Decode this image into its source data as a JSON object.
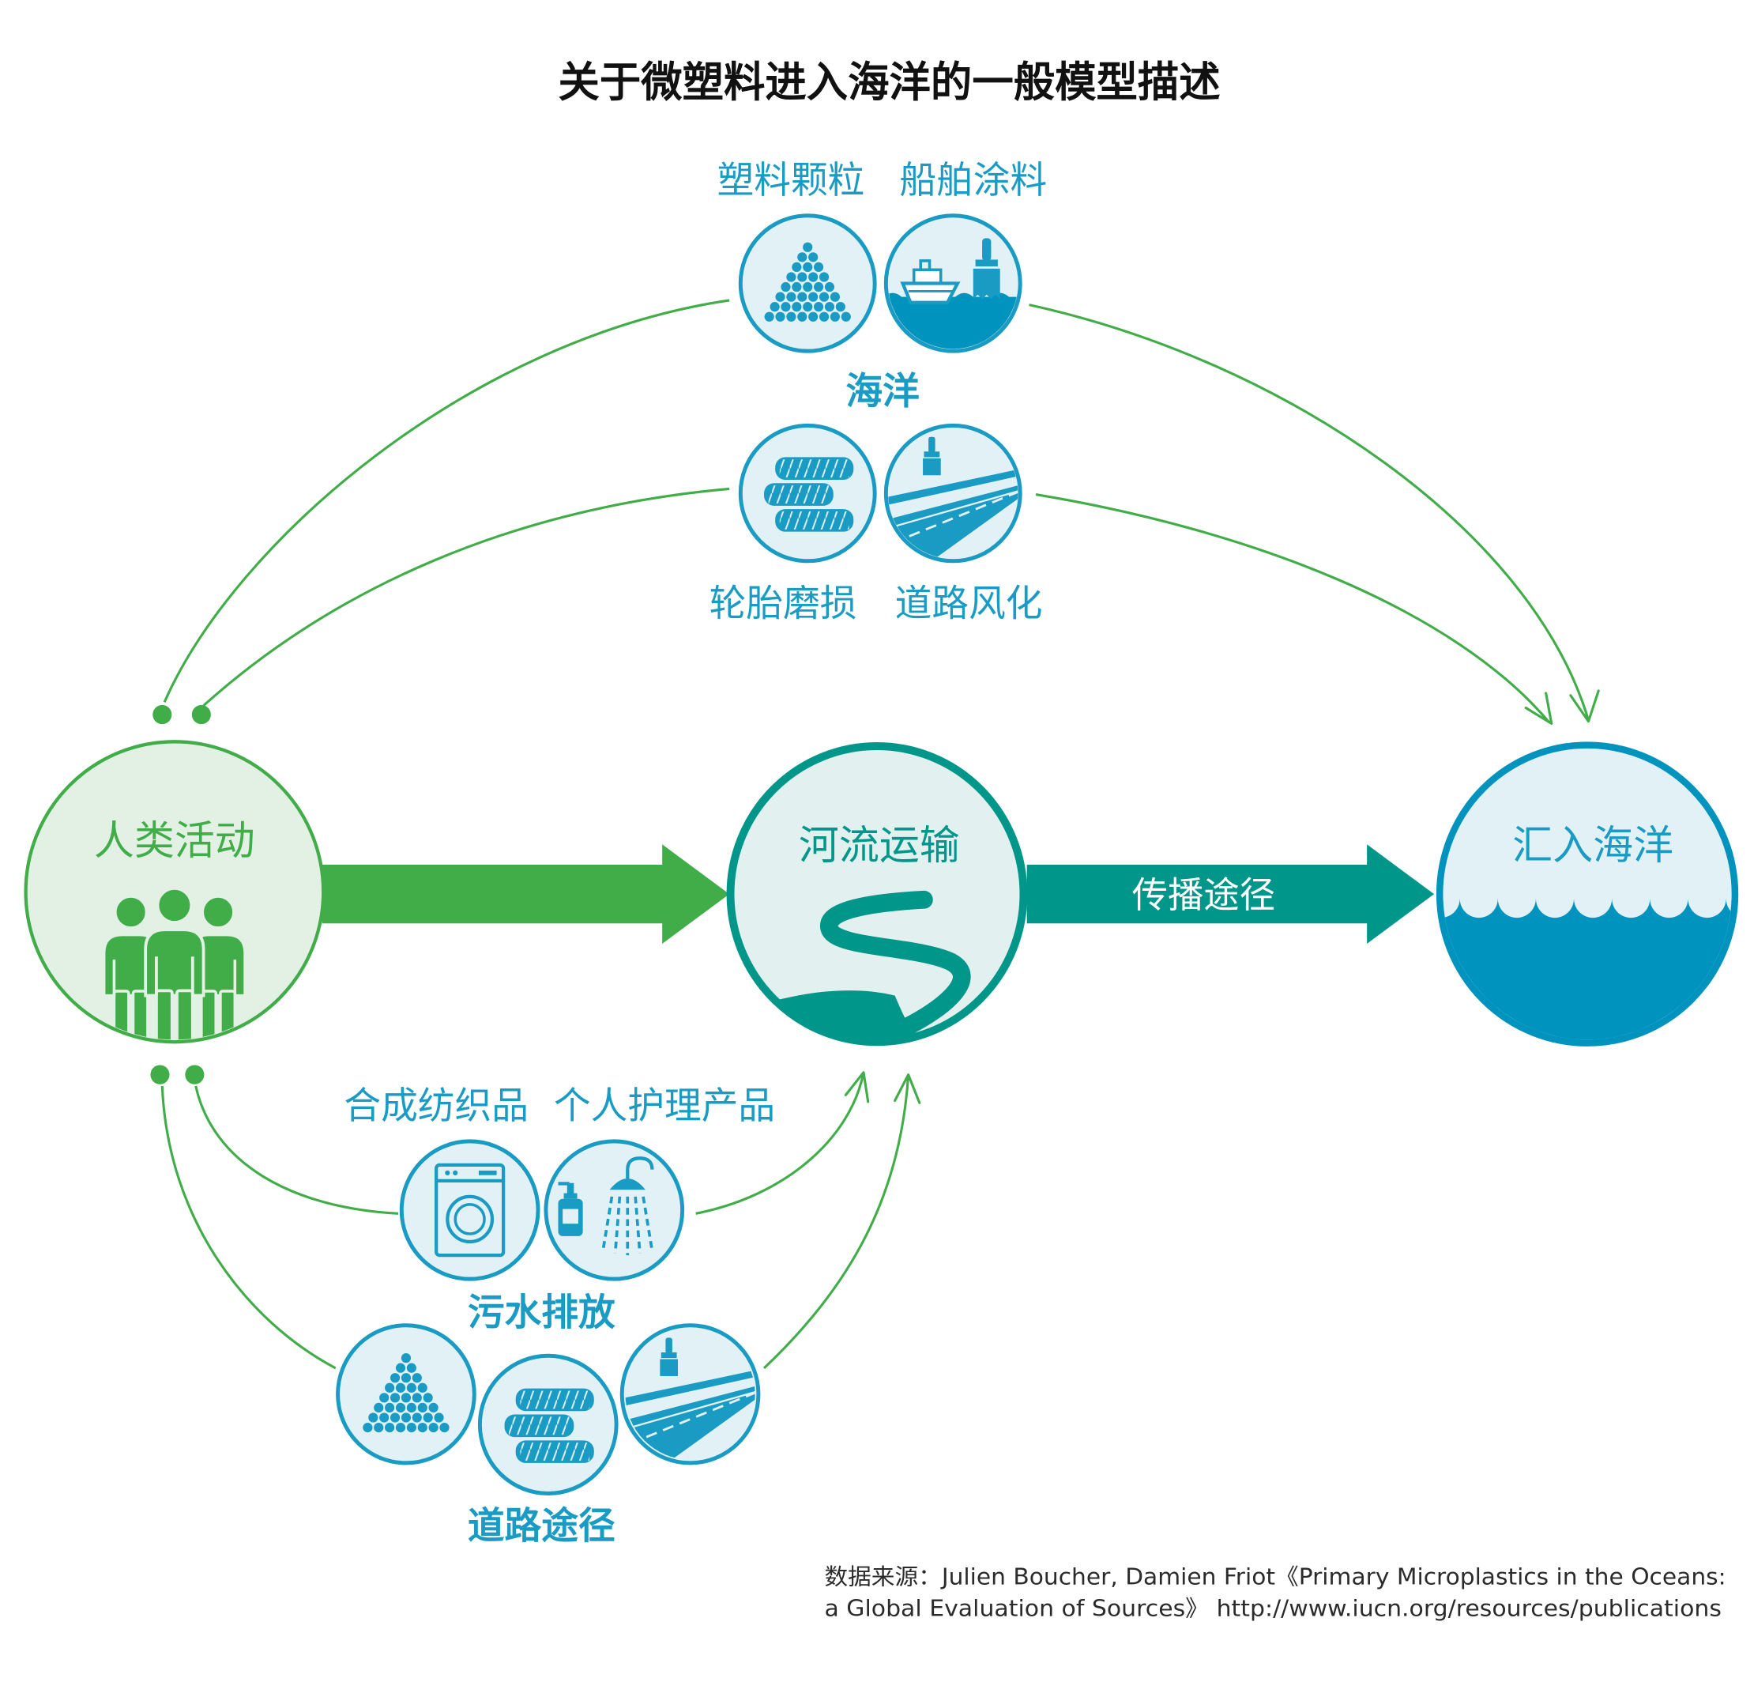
{
  "header": {
    "title": "关于微塑料进入海洋的一般模型描述"
  },
  "stages": [
    {
      "label": "人类活动",
      "icon": "people-icon"
    },
    {
      "label": "河流运输",
      "icon": "river-icon"
    },
    {
      "label": "汇入海洋",
      "icon": "ocean-waves-icon"
    }
  ],
  "flow_label": "传播途径",
  "ocean_route": {
    "label": "海洋",
    "sources": [
      {
        "label": "塑料颗粒",
        "icon": "plastic-pellets-icon"
      },
      {
        "label": "船舶涂料",
        "icon": "ship-paint-icon"
      },
      {
        "label": "轮胎磨损",
        "icon": "tire-wear-icon"
      },
      {
        "label": "道路风化",
        "icon": "road-weathering-icon"
      }
    ]
  },
  "sewage_route": {
    "label": "污水排放",
    "sources": [
      {
        "label": "合成纺织品",
        "icon": "washing-machine-icon"
      },
      {
        "label": "个人护理产品",
        "icon": "shower-icon"
      }
    ]
  },
  "road_route": {
    "label": "道路途径",
    "icons": [
      "plastic-pellets-icon",
      "tire-wear-icon",
      "road-weathering-icon"
    ]
  },
  "source_note": {
    "line1": "数据来源：Julien Boucher, Damien Friot《Primary Microplastics in the Oceans:",
    "line2": "a Global Evaluation of Sources》 http://www.iucn.org/resources/publications"
  },
  "colors": {
    "human_green": "#41ad49",
    "river_teal": "#00968a",
    "ocean_blue": "#0093bd",
    "icon_blue": "#1a9bc4",
    "icon_background": "#e2f1f5"
  }
}
